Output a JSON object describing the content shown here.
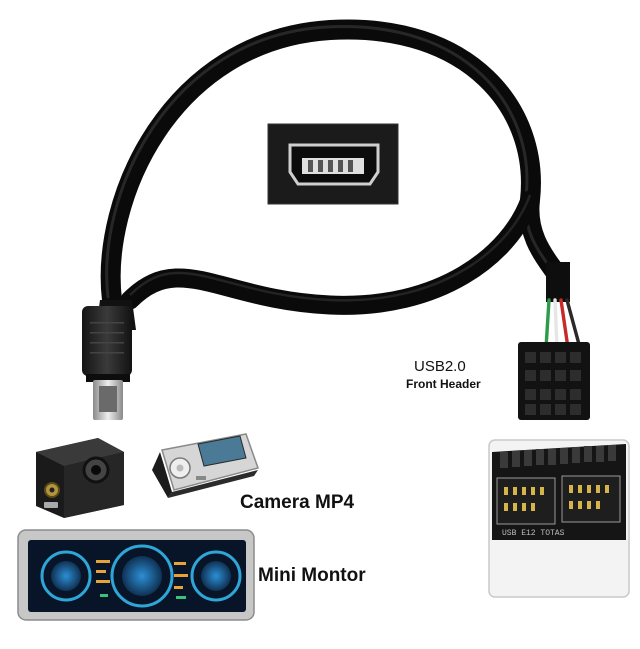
{
  "labels": {
    "usb_header": "USB2.0",
    "front_header": "Front Header",
    "camera_mp4": "Camera MP4",
    "mini_monitor": "Mini Montor"
  },
  "motherboard_silkscreen": "USB E12 TOTAS",
  "colors": {
    "cable": "#0e0e0e",
    "wire_red": "#c62a2a",
    "wire_green": "#2c9c4a",
    "wire_white": "#e6e6e6",
    "screen_accent": "#2fa6d8",
    "mp3_screen": "#4a7a96"
  }
}
